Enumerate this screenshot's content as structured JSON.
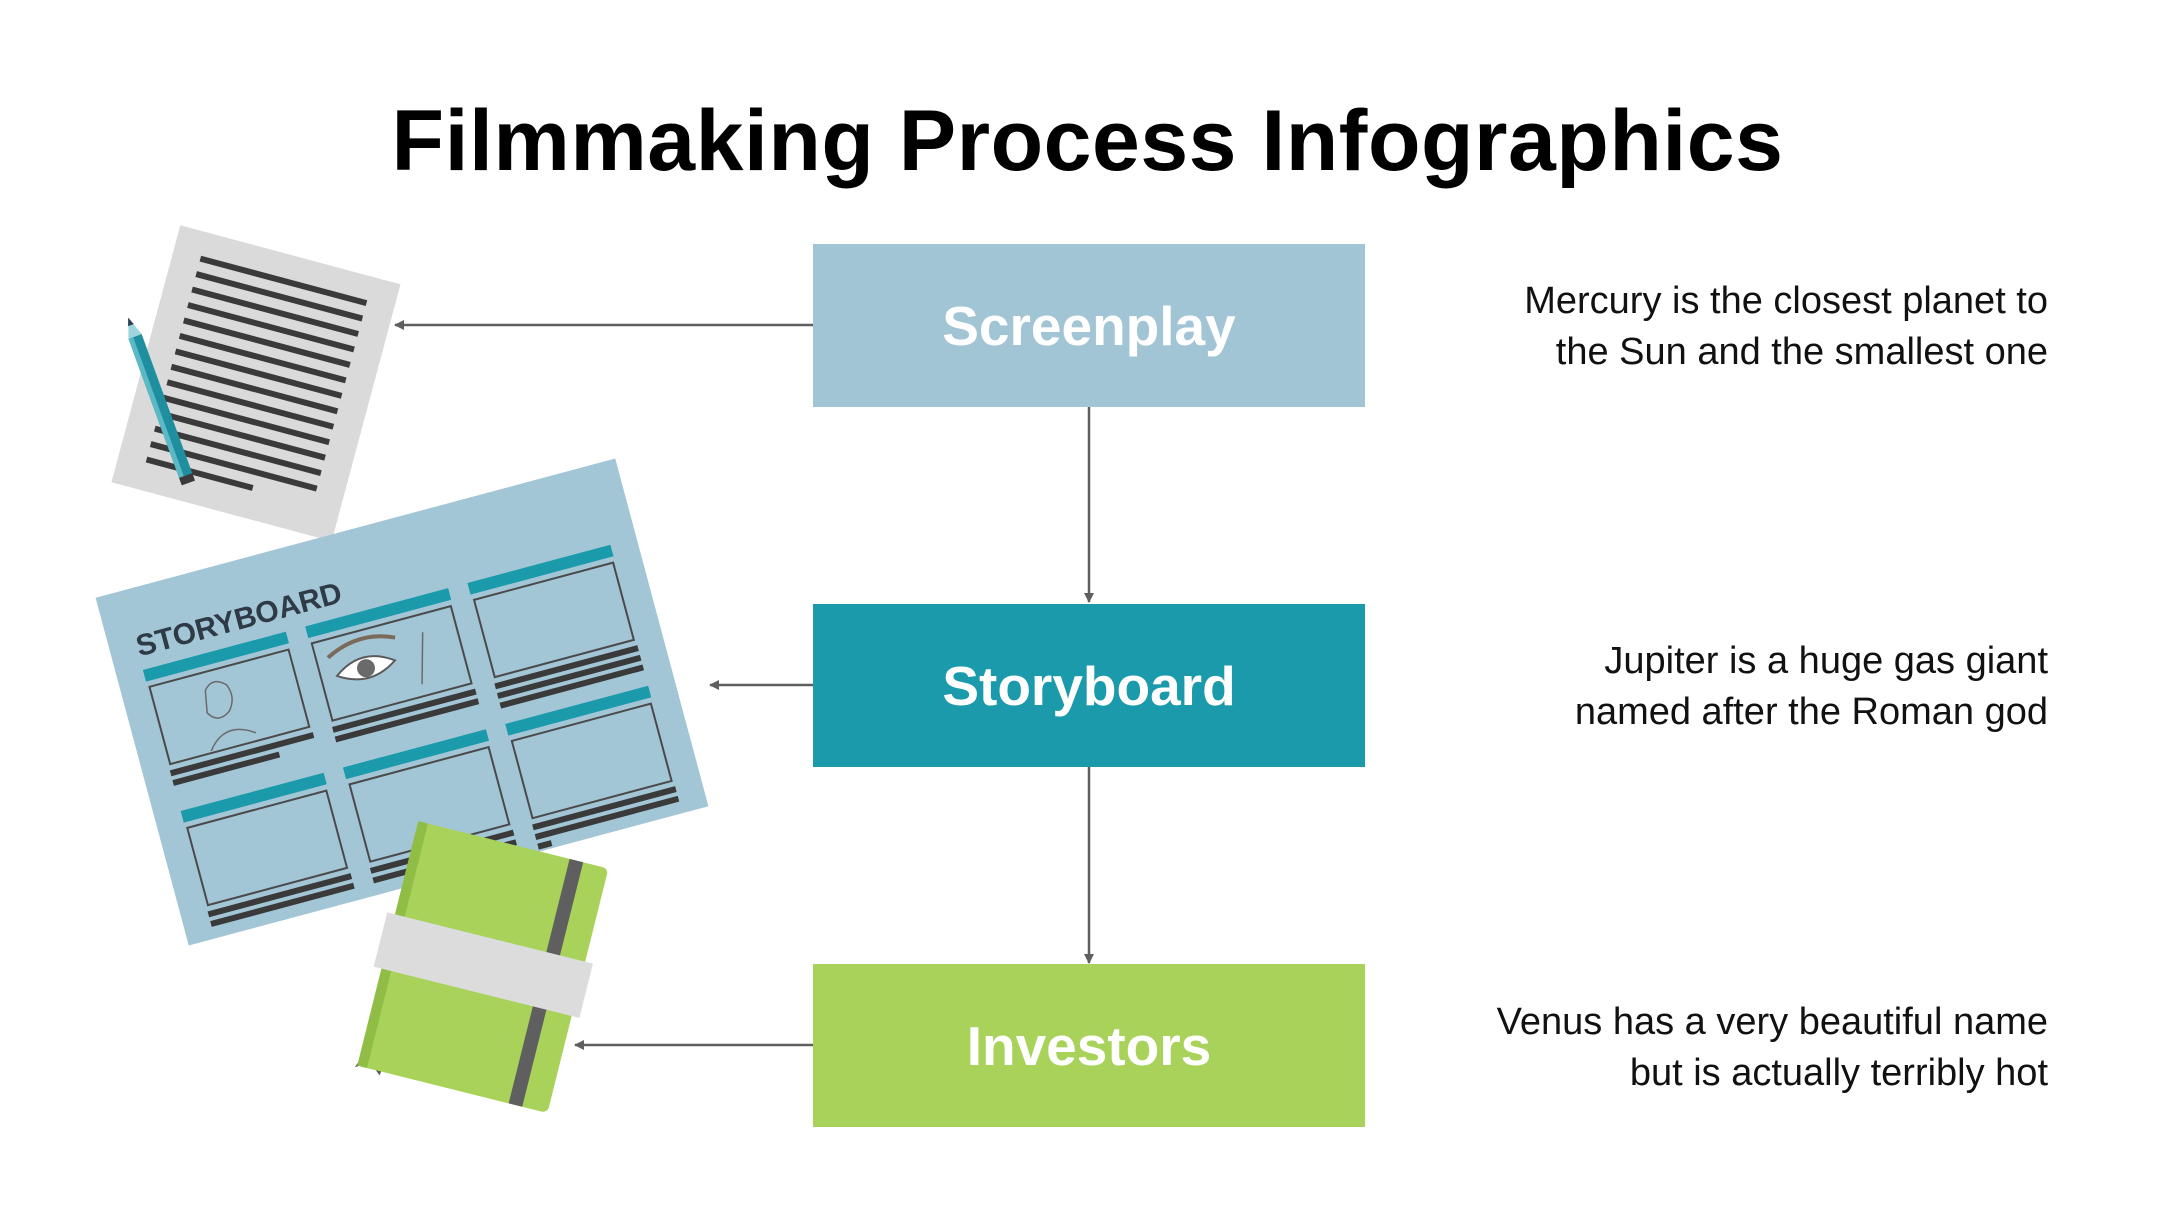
{
  "title": "Filmmaking Process Infographics",
  "colors": {
    "screenplay": "#a2c5d5",
    "storyboard": "#1a9aaa",
    "investors": "#a8d25a",
    "arrow": "#5f5f5f"
  },
  "steps": [
    {
      "label": "Screenplay",
      "desc_lines": [
        "Mercury is the closest planet to",
        "the Sun and the smallest one"
      ]
    },
    {
      "label": "Storyboard",
      "desc_lines": [
        "Jupiter is a huge gas giant",
        "named after the Roman god"
      ]
    },
    {
      "label": "Investors",
      "desc_lines": [
        "Venus has a very beautiful name",
        "but is actually terribly hot"
      ]
    }
  ],
  "illustrations": {
    "screenplay": "document-with-pencil-icon",
    "storyboard": "storyboard-sheet-icon",
    "storyboard_heading": "STORYBOARD",
    "investors": "notebook-icon"
  }
}
